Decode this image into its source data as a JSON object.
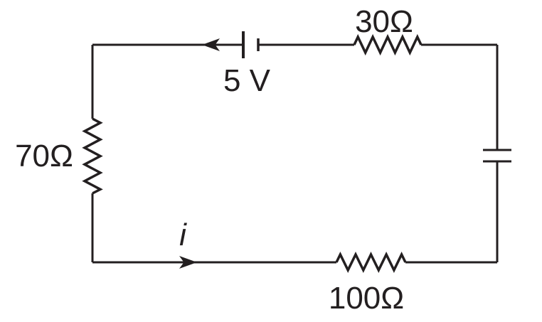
{
  "diagram": {
    "type": "circuit",
    "description": "Series RC circuit loop with battery, three resistors and a capacitor",
    "colors": {
      "ink": "#231f20",
      "background": "#ffffff"
    },
    "components": {
      "battery": {
        "kind": "battery",
        "label": "5 V"
      },
      "resistor_top": {
        "kind": "resistor",
        "label": "30Ω"
      },
      "resistor_left": {
        "kind": "resistor",
        "label": "70Ω"
      },
      "resistor_bottom": {
        "kind": "resistor",
        "label": "100Ω"
      },
      "capacitor": {
        "kind": "capacitor"
      },
      "current": {
        "label": "i",
        "top_wire_direction": "left",
        "bottom_wire_direction": "right"
      }
    }
  }
}
